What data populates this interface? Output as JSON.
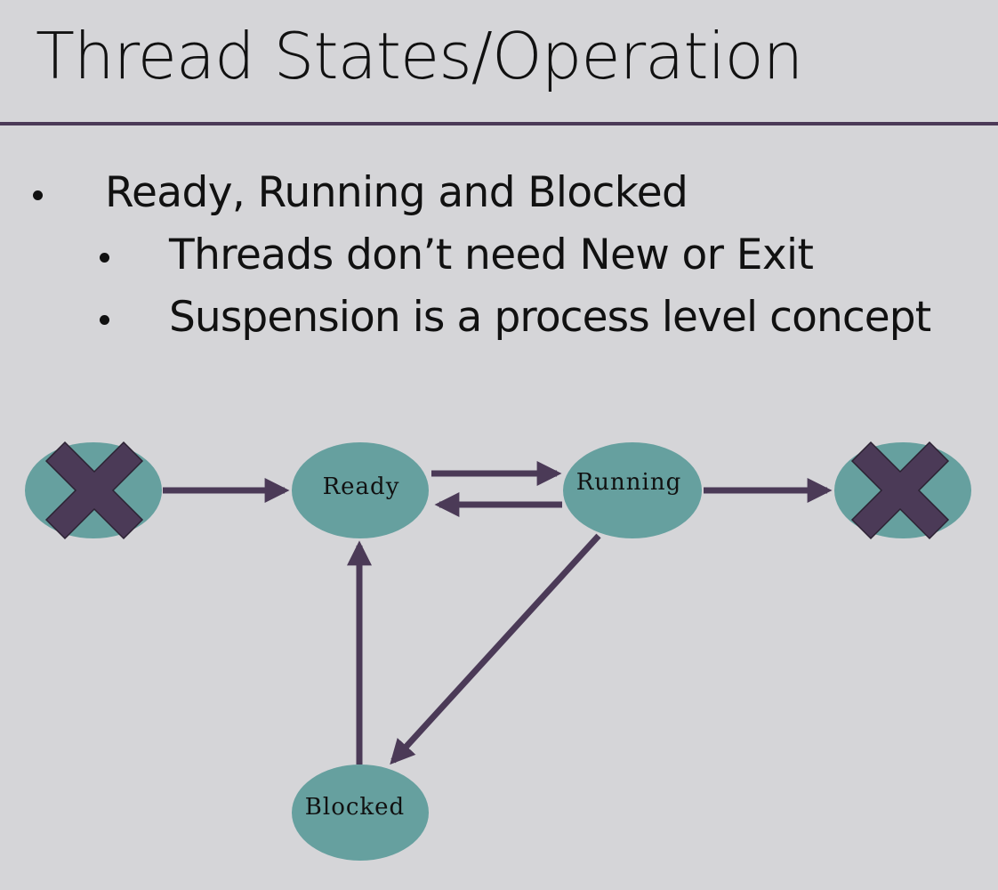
{
  "slide": {
    "title": "Thread States/Operation",
    "bullets": [
      {
        "level": 1,
        "text": "Ready, Running and Blocked"
      },
      {
        "level": 2,
        "text": "Threads don’t need New or Exit"
      },
      {
        "level": 2,
        "text": "Suspension is a process level concept"
      }
    ]
  },
  "diagram": {
    "states": {
      "ready": "Ready",
      "running": "Running",
      "blocked": "Blocked"
    },
    "removed_states_marker": "cross-icon",
    "colors": {
      "state_fill": "#66a09f",
      "arrow": "#4b3a57",
      "cross": "#4b3a57",
      "background": "#d5d5d8"
    }
  }
}
